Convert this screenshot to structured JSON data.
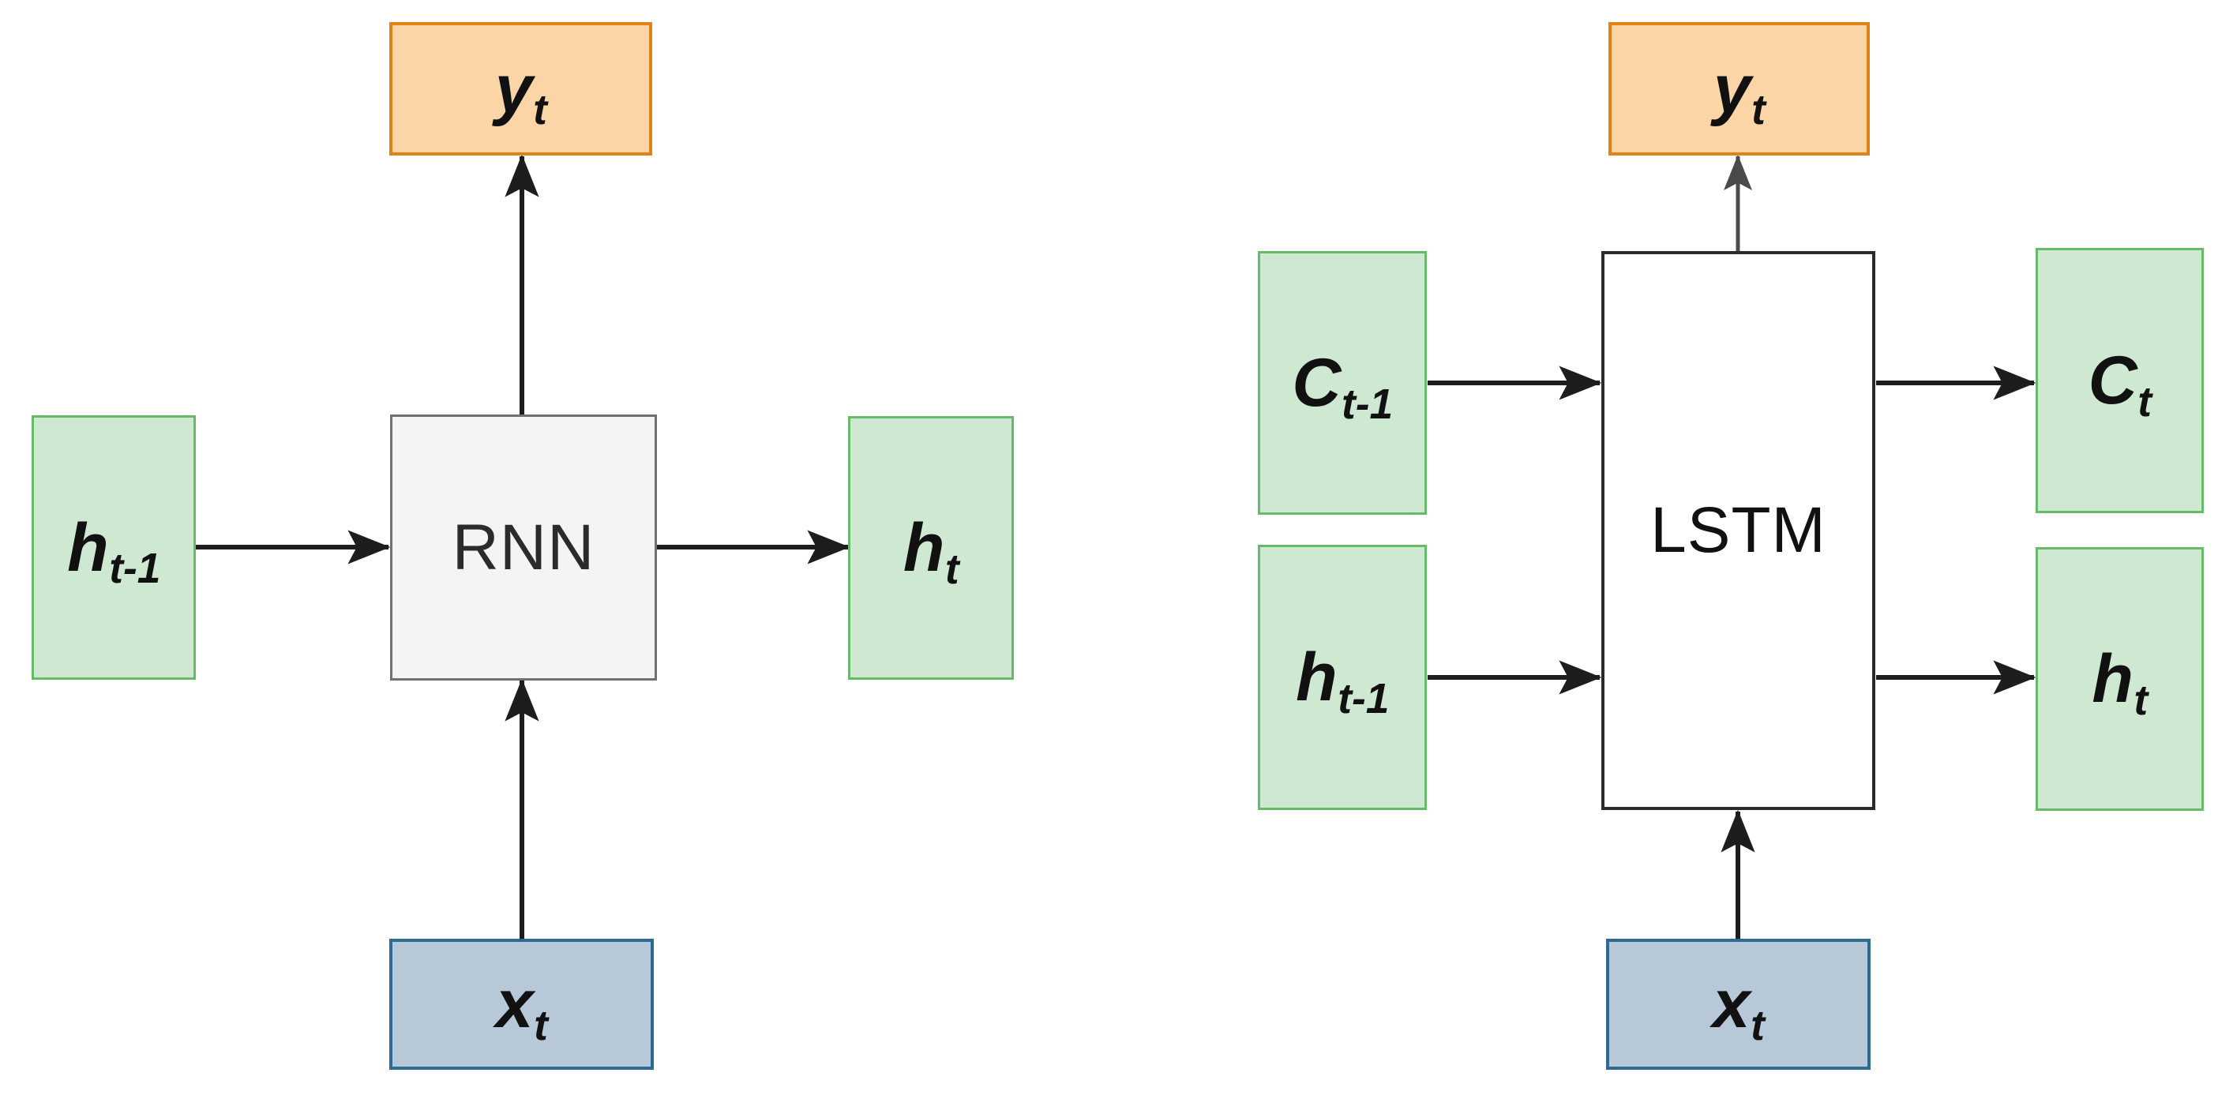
{
  "diagram": {
    "title_visible": false,
    "background_color": "#ffffff",
    "panels": [
      {
        "id": "rnn-panel",
        "cell_label": "RNN",
        "nodes": {
          "output": {
            "label_base": "y",
            "label_sub": "t",
            "full": "y_t",
            "role": "output",
            "color": "#fbd5a5",
            "border": "#e08214"
          },
          "state_in": {
            "label_base": "h",
            "label_sub": "t-1",
            "full": "h_t-1",
            "role": "previous-hidden-state",
            "color": "#cfe8d1",
            "border": "#66bb6a"
          },
          "state_out": {
            "label_base": "h",
            "label_sub": "t",
            "full": "h_t",
            "role": "hidden-state",
            "color": "#cfe8d1",
            "border": "#66bb6a"
          },
          "input": {
            "label_base": "x",
            "label_sub": "t",
            "full": "x_t",
            "role": "input",
            "color": "#b7c9d8",
            "border": "#2e6a91"
          },
          "cell": {
            "label_base": "RNN",
            "label_sub": "",
            "full": "RNN",
            "role": "recurrent-cell",
            "color": "#f4f4f4",
            "border": "#707070"
          }
        },
        "edges": [
          {
            "from": "state_in",
            "to": "cell",
            "direction": "right"
          },
          {
            "from": "cell",
            "to": "state_out",
            "direction": "right"
          },
          {
            "from": "input",
            "to": "cell",
            "direction": "up"
          },
          {
            "from": "cell",
            "to": "output",
            "direction": "up"
          }
        ]
      },
      {
        "id": "lstm-panel",
        "cell_label": "LSTM",
        "nodes": {
          "output": {
            "label_base": "y",
            "label_sub": "t",
            "full": "y_t",
            "role": "output",
            "color": "#fbd5a5",
            "border": "#e08214"
          },
          "cell_state_in": {
            "label_base": "C",
            "label_sub": "t-1",
            "full": "C_t-1",
            "role": "previous-cell-state",
            "color": "#cfe8d1",
            "border": "#66bb6a"
          },
          "state_in": {
            "label_base": "h",
            "label_sub": "t-1",
            "full": "h_t-1",
            "role": "previous-hidden-state",
            "color": "#cfe8d1",
            "border": "#66bb6a"
          },
          "cell_state_out": {
            "label_base": "C",
            "label_sub": "t",
            "full": "C_t",
            "role": "cell-state",
            "color": "#cfe8d1",
            "border": "#66bb6a"
          },
          "state_out": {
            "label_base": "h",
            "label_sub": "t",
            "full": "h_t",
            "role": "hidden-state",
            "color": "#cfe8d1",
            "border": "#66bb6a"
          },
          "input": {
            "label_base": "x",
            "label_sub": "t",
            "full": "x_t",
            "role": "input",
            "color": "#b7c9d8",
            "border": "#2e6a91"
          },
          "cell": {
            "label_base": "LSTM",
            "label_sub": "",
            "full": "LSTM",
            "role": "recurrent-cell",
            "color": "#ffffff",
            "border": "#2b2b2b"
          }
        },
        "edges": [
          {
            "from": "cell_state_in",
            "to": "cell",
            "direction": "right"
          },
          {
            "from": "state_in",
            "to": "cell",
            "direction": "right"
          },
          {
            "from": "cell",
            "to": "cell_state_out",
            "direction": "right"
          },
          {
            "from": "cell",
            "to": "state_out",
            "direction": "right"
          },
          {
            "from": "input",
            "to": "cell",
            "direction": "up"
          },
          {
            "from": "cell",
            "to": "output",
            "direction": "up"
          }
        ]
      }
    ],
    "colors": {
      "green_fill": "#cfe8d1",
      "green_border": "#66bb6a",
      "orange_fill": "#fbd5a5",
      "orange_border": "#e08214",
      "blue_fill": "#b7c9d8",
      "blue_border": "#2e6a91",
      "gray_fill": "#f4f4f4",
      "gray_border": "#707070",
      "white_fill": "#ffffff",
      "black_border": "#2b2b2b",
      "arrow_color": "#222222",
      "arrow_color_light": "#555555"
    }
  }
}
